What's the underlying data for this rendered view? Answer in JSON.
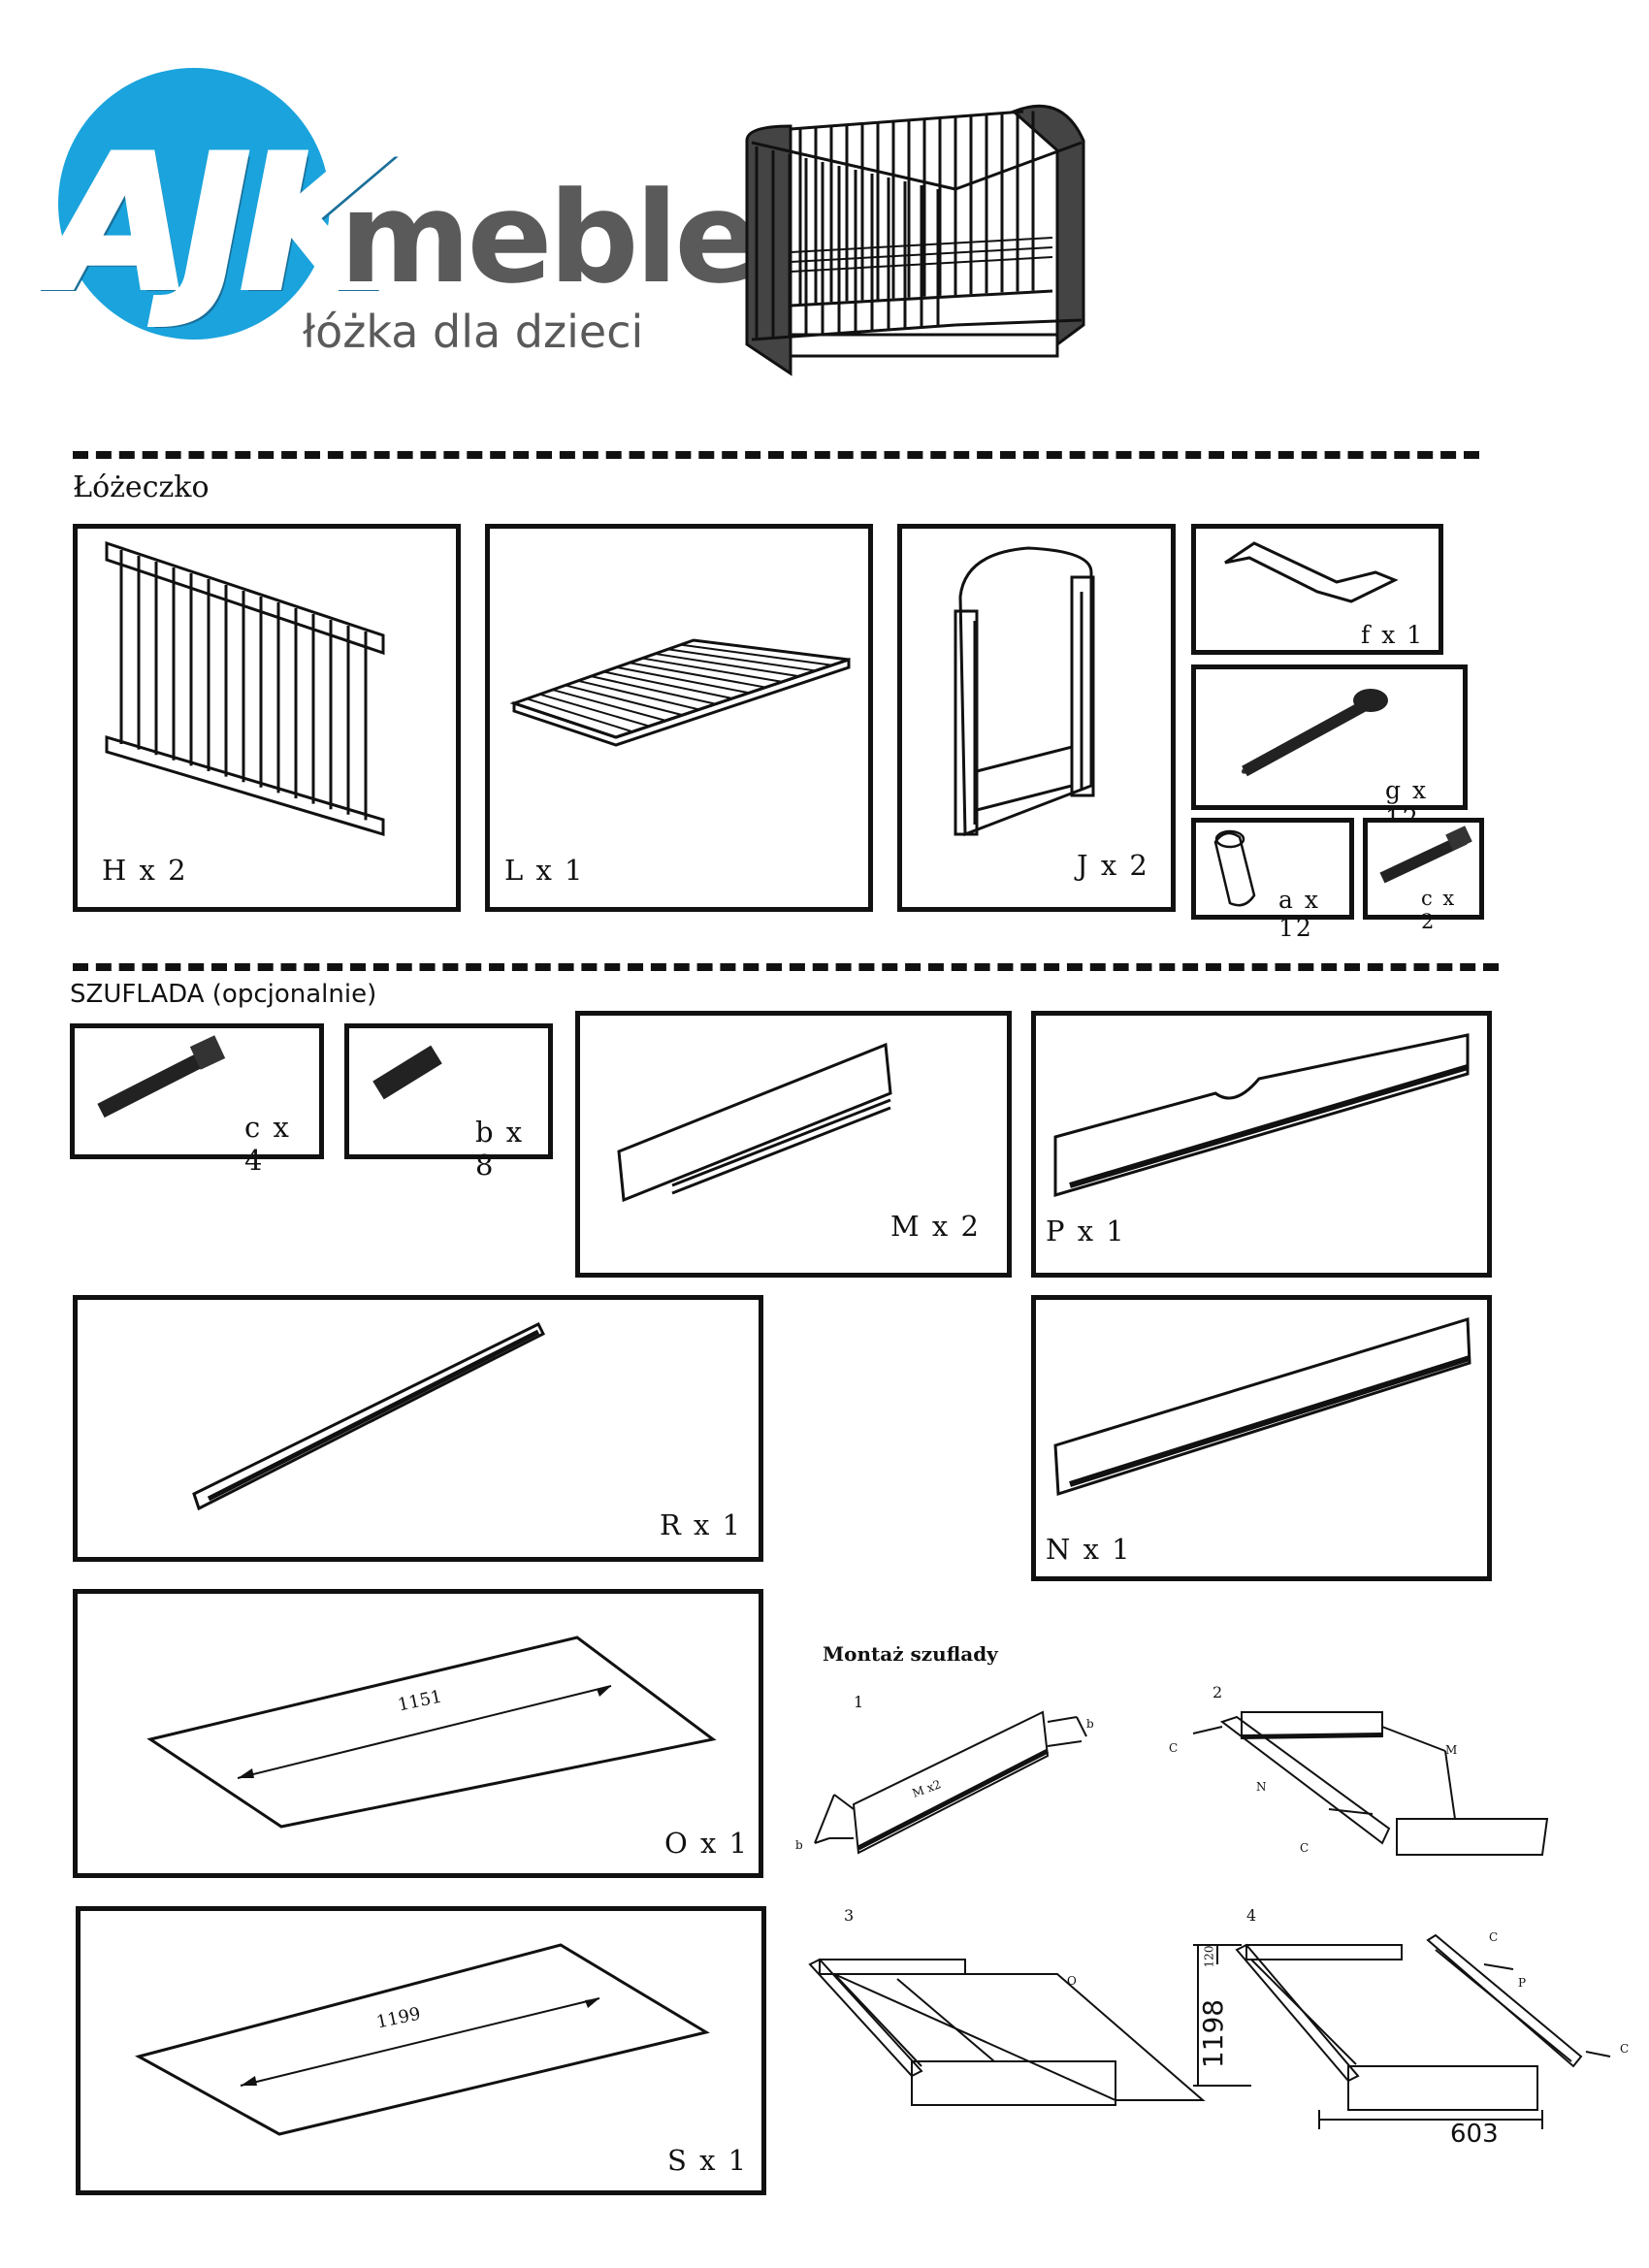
{
  "logo": {
    "brand_ajk": "AJK",
    "brand_meble": "meble",
    "tagline": "łóżka dla dzieci"
  },
  "sections": {
    "crib": "Łóżeczko",
    "drawer": "SZUFLADA (opcjonalnie)"
  },
  "parts": {
    "H": "H x 2",
    "L": "L x 1",
    "J": "J x 2",
    "f": "f x 1",
    "g": "g x 12",
    "a": "a x 12",
    "c_small": "c x 2",
    "c": "c x 4",
    "b": "b x 8",
    "M": "M x 2",
    "P": "P x 1",
    "R": "R x 1",
    "N": "N x 1",
    "O": "O x 1",
    "S": "S x 1"
  },
  "dims": {
    "O_len": "1151",
    "S_len": "1199"
  },
  "assembly": {
    "title": "Montaż szuflady",
    "steps": [
      "1",
      "2",
      "3",
      "4"
    ],
    "labels": {
      "b": "b",
      "M": "M",
      "Mx2": "M x2",
      "C": "C",
      "N": "N",
      "O": "O",
      "P": "P"
    },
    "dims": {
      "d120": "120",
      "d1198": "1198",
      "d603": "603"
    }
  },
  "colors": {
    "logo_blue": "#1aa3dc",
    "logo_pink": "#e3879b",
    "logo_grey": "#5a5a5a"
  }
}
